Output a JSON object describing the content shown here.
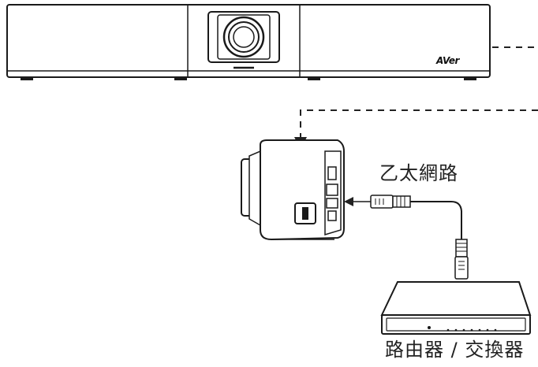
{
  "labels": {
    "ethernet": "乙太網路",
    "router_switch": "路由器 / 交換器"
  },
  "brand": {
    "logo_text": "AVer"
  },
  "colors": {
    "stroke": "#1a1a1a",
    "fill": "#ffffff",
    "dashed_line": "#222222"
  },
  "icons": {
    "video_bar": "conference-camera-bar",
    "hub": "connection-hub-box",
    "cable": "ethernet-cable-rj45",
    "router": "network-router"
  }
}
